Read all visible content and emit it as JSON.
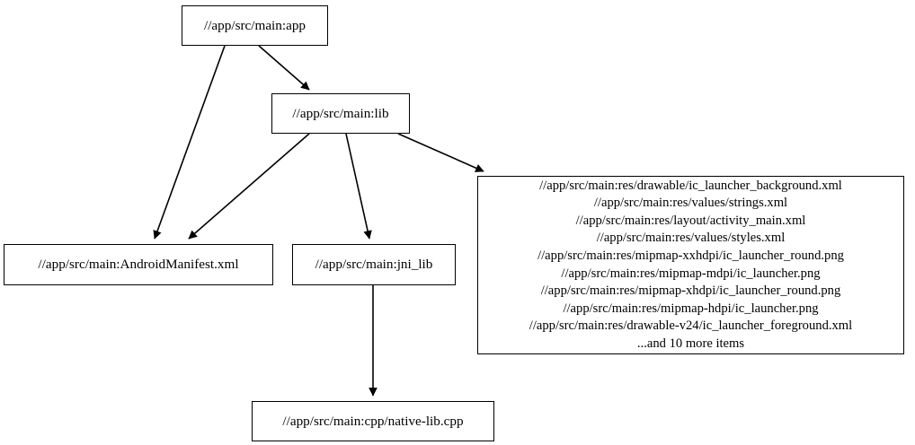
{
  "graph": {
    "type": "directed-dependency-graph",
    "background_color": "#ffffff",
    "node_fill": "#ffffff",
    "node_border_color": "#000000",
    "text_color": "#000000",
    "nodes": [
      {
        "id": "app",
        "label": "//app/src/main:app"
      },
      {
        "id": "lib",
        "label": "//app/src/main:lib"
      },
      {
        "id": "manifest",
        "label": "//app/src/main:AndroidManifest.xml"
      },
      {
        "id": "jni_lib",
        "label": "//app/src/main:jni_lib"
      },
      {
        "id": "cpp",
        "label": "//app/src/main:cpp/native-lib.cpp"
      },
      {
        "id": "res_list",
        "label": "//app/src/main:res/drawable/ic_launcher_background.xml\n//app/src/main:res/values/strings.xml\n//app/src/main:res/layout/activity_main.xml\n//app/src/main:res/values/styles.xml\n//app/src/main:res/mipmap-xxhdpi/ic_launcher_round.png\n//app/src/main:res/mipmap-mdpi/ic_launcher.png\n//app/src/main:res/mipmap-xhdpi/ic_launcher_round.png\n//app/src/main:res/mipmap-hdpi/ic_launcher.png\n//app/src/main:res/drawable-v24/ic_launcher_foreground.xml\n...and 10 more items",
        "lines": [
          "//app/src/main:res/drawable/ic_launcher_background.xml",
          "//app/src/main:res/values/strings.xml",
          "//app/src/main:res/layout/activity_main.xml",
          "//app/src/main:res/values/styles.xml",
          "//app/src/main:res/mipmap-xxhdpi/ic_launcher_round.png",
          "//app/src/main:res/mipmap-mdpi/ic_launcher.png",
          "//app/src/main:res/mipmap-xhdpi/ic_launcher_round.png",
          "//app/src/main:res/mipmap-hdpi/ic_launcher.png",
          "//app/src/main:res/drawable-v24/ic_launcher_foreground.xml",
          "...and 10 more items"
        ],
        "overflow_note": "...and 10 more items",
        "overflow_count": 10
      }
    ],
    "edges": [
      {
        "from": "app",
        "to": "lib"
      },
      {
        "from": "app",
        "to": "manifest"
      },
      {
        "from": "lib",
        "to": "manifest"
      },
      {
        "from": "lib",
        "to": "jni_lib"
      },
      {
        "from": "lib",
        "to": "res_list"
      },
      {
        "from": "jni_lib",
        "to": "cpp"
      }
    ]
  }
}
